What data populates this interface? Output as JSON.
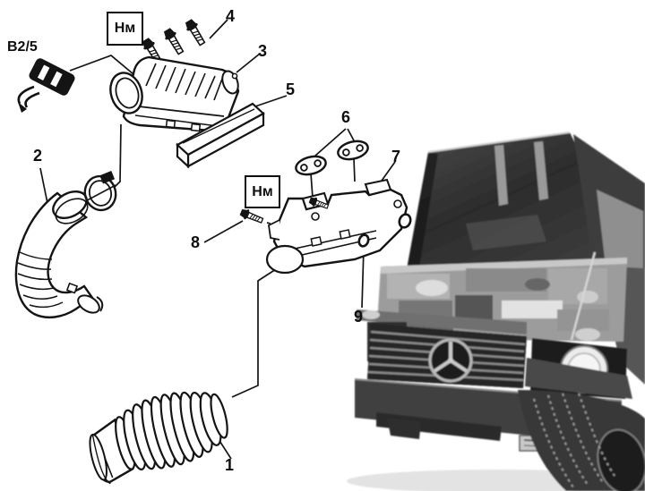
{
  "figure": {
    "bg_color": "#ffffff",
    "ink_color": "#141414"
  },
  "callouts": {
    "sensor_label": "B2/5",
    "torque_box_1": "Нм",
    "torque_box_2": "Нм",
    "part_1": "1",
    "part_2": "2",
    "part_3": "3",
    "part_4": "4",
    "part_5": "5",
    "part_6": "6",
    "part_7": "7",
    "part_8": "8",
    "part_9": "9"
  }
}
